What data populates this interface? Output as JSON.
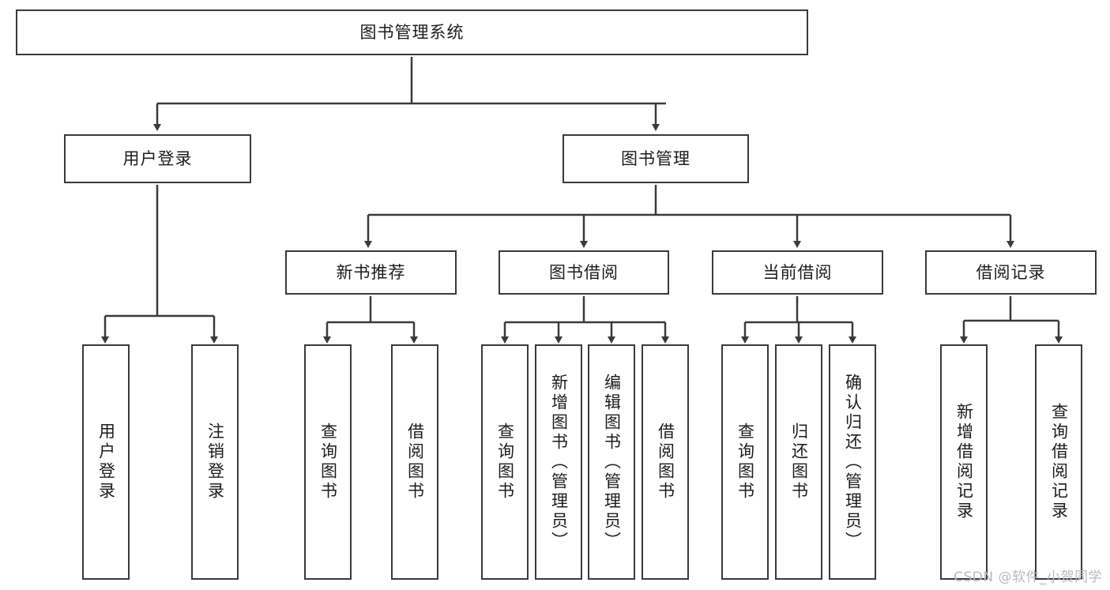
{
  "diagram": {
    "type": "tree-hierarchy",
    "title": "图书管理系统",
    "watermark": "CSDN @软件_小贺同学",
    "colors": {
      "box_border": "#3a3a3a",
      "box_fill": "#ffffff",
      "edge": "#3a3a3a",
      "text": "#1c1c1c",
      "watermark": "#b9b9b9"
    },
    "levels": {
      "root": {
        "label": "图书管理系统"
      },
      "level2": [
        {
          "id": "user-login",
          "label": "用户登录"
        },
        {
          "id": "book-management",
          "label": "图书管理"
        }
      ],
      "level3": [
        {
          "id": "new-book-recommend",
          "label": "新书推荐"
        },
        {
          "id": "book-borrow",
          "label": "图书借阅"
        },
        {
          "id": "current-borrow",
          "label": "当前借阅"
        },
        {
          "id": "borrow-record",
          "label": "借阅记录"
        }
      ],
      "leaves": {
        "user-login": [
          {
            "id": "leaf-user-login",
            "label": "用户登录"
          },
          {
            "id": "leaf-logout",
            "label": "注销登录"
          }
        ],
        "new-book-recommend": [
          {
            "id": "leaf-query-book-1",
            "label": "查询图书"
          },
          {
            "id": "leaf-borrow-book-1",
            "label": "借阅图书"
          }
        ],
        "book-borrow": [
          {
            "id": "leaf-query-book-2",
            "label": "查询图书"
          },
          {
            "id": "leaf-add-book",
            "label": "新增图书（管理员）"
          },
          {
            "id": "leaf-edit-book",
            "label": "编辑图书（管理员）"
          },
          {
            "id": "leaf-borrow-book-2",
            "label": "借阅图书"
          }
        ],
        "current-borrow": [
          {
            "id": "leaf-query-book-3",
            "label": "查询图书"
          },
          {
            "id": "leaf-return-book",
            "label": "归还图书"
          },
          {
            "id": "leaf-confirm-return",
            "label": "确认归还（管理员）"
          }
        ],
        "borrow-record": [
          {
            "id": "leaf-add-record",
            "label": "新增借阅记录"
          },
          {
            "id": "leaf-query-record",
            "label": "查询借阅记录"
          }
        ]
      }
    }
  }
}
